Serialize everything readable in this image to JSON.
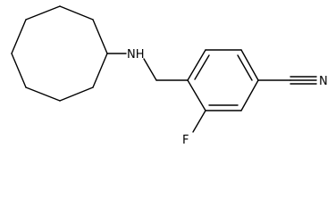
{
  "structure": {
    "atoms": {
      "nh": "NH",
      "f": "F",
      "n": "N"
    },
    "colors": {
      "bond": "#000000",
      "background": "#ffffff",
      "label": "#000000"
    }
  }
}
